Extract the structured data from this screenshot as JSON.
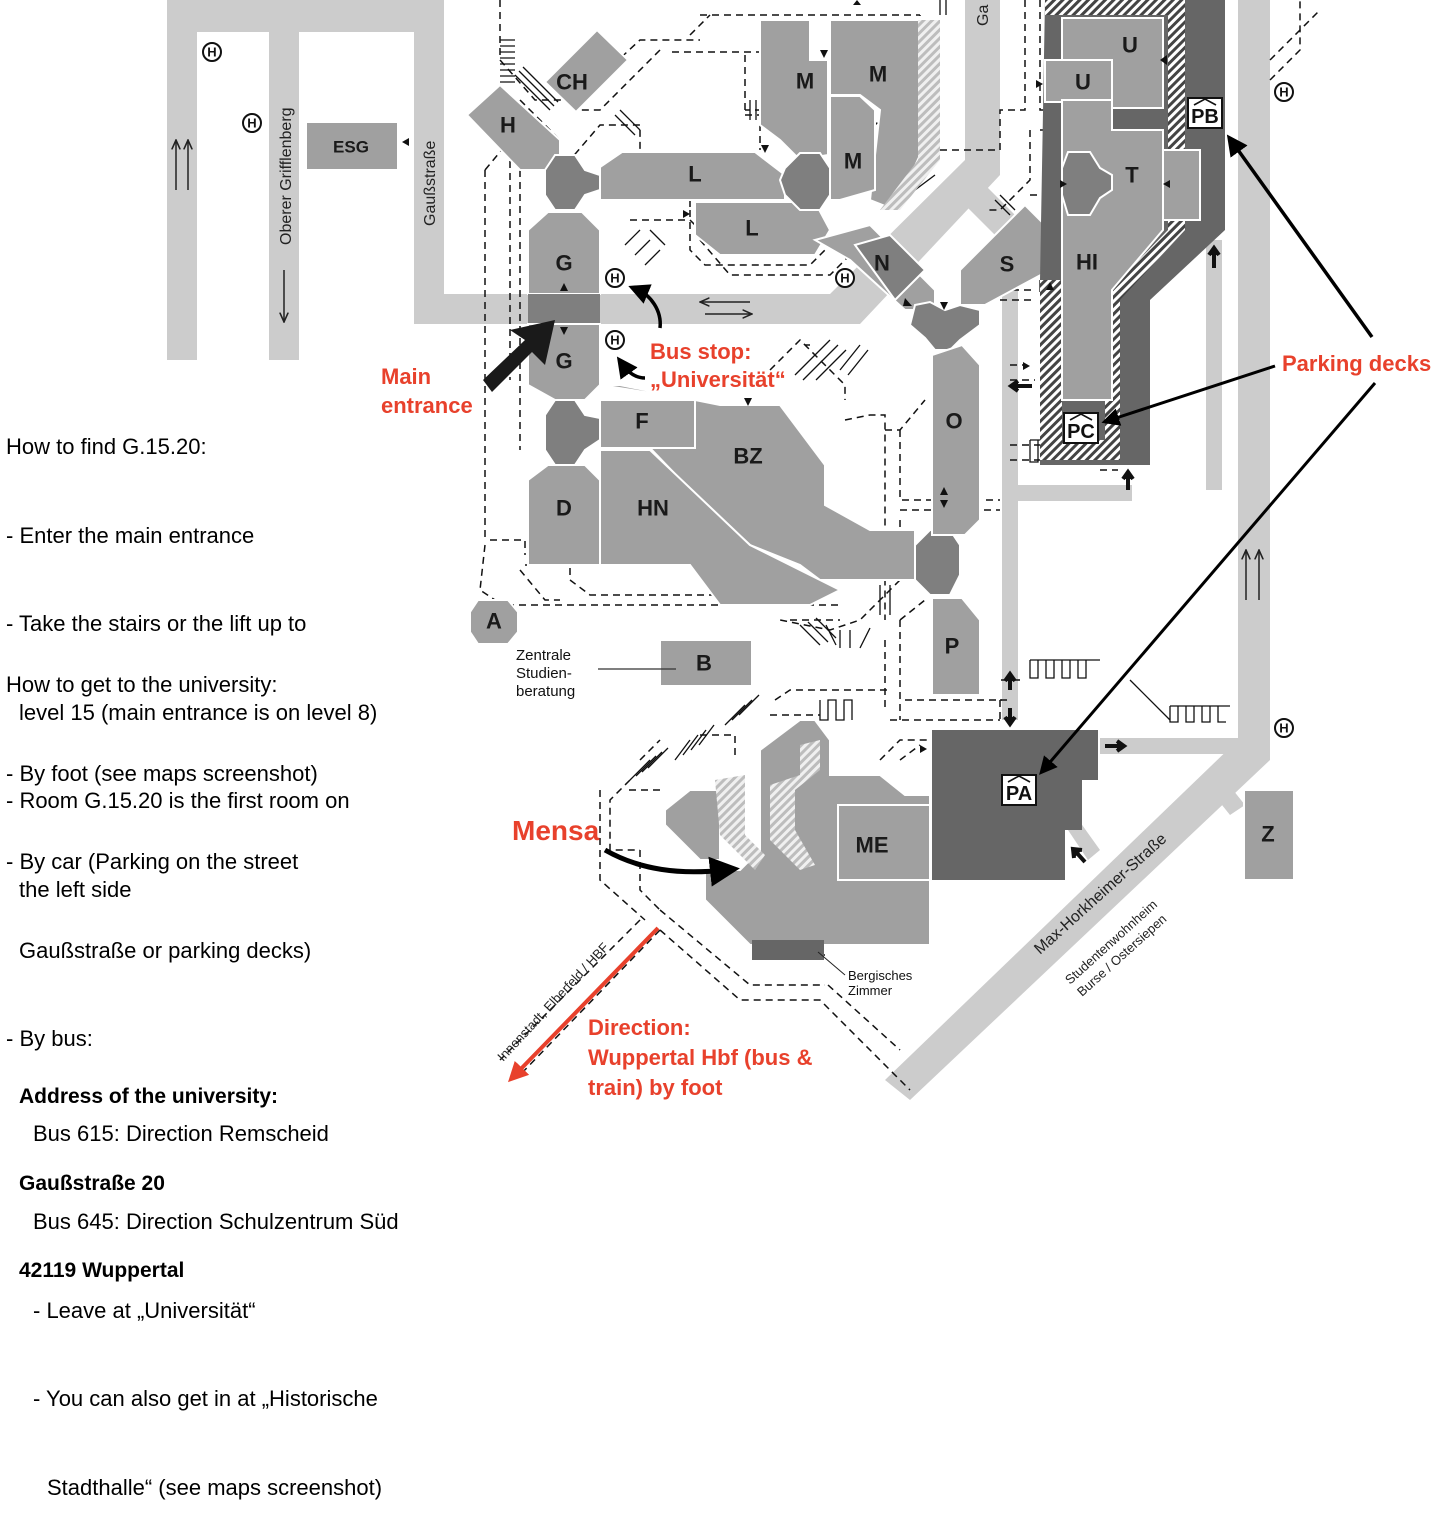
{
  "instructions_find_room": {
    "title": "How to find G.15.20:",
    "lines": [
      "- Enter the main entrance",
      "- Take the stairs or the lift up to",
      "level 15 (main entrance is on level 8)",
      "- Room G.15.20 is the first room on",
      "the left side"
    ]
  },
  "instructions_travel": {
    "title": "How to get to the university:",
    "lines": [
      "- By foot (see maps screenshot)",
      "- By car (Parking on the street",
      "Gaußstraße or parking decks)",
      "- By bus:"
    ],
    "bus_lines": [
      "Bus 615: Direction Remscheid",
      "Bus 645: Direction Schulzentrum Süd",
      "- Leave at „Universität“",
      "- You can also get in at „Historische",
      "Stadthalle“ (see maps screenshot)"
    ]
  },
  "address": {
    "title": "Address of the university:",
    "street": "Gaußstraße 20",
    "city": "42119 Wuppertal"
  },
  "annotations": {
    "main_entrance": [
      "Main",
      "entrance"
    ],
    "bus_stop": [
      "Bus stop:",
      "„Universität“"
    ],
    "parking_decks": "Parking decks",
    "mensa": "Mensa",
    "direction": [
      "Direction:",
      "Wuppertal Hbf (bus &",
      "train) by foot"
    ],
    "accent_color": "#e8412c"
  },
  "streets": {
    "oberer_grifflenberg": "Oberer Grifflenberg",
    "gaussstrasse_left": "Gaußstraße",
    "gaussstrasse_top": "Ga",
    "max_horkheimer": "Max-Horkheimer-Straße",
    "innenstadt": "Innenstadt, Elberfeld / HBF",
    "studentenwohnheim_1": "Studentenwohnheim",
    "studentenwohnheim_2": "Burse / Ostersiepen"
  },
  "labels": {
    "zentrale": [
      "Zentrale",
      "Studien-",
      "beratung"
    ],
    "bergisches": [
      "Bergisches",
      "Zimmer"
    ]
  },
  "buildings": {
    "CH": "CH",
    "H": "H",
    "ESG": "ESG",
    "L1": "L",
    "L2": "L",
    "M1": "M",
    "M2": "M",
    "M3": "M",
    "U1": "U",
    "U2": "U",
    "T": "T",
    "HI": "HI",
    "S": "S",
    "N": "N",
    "G1": "G",
    "G2": "G",
    "F": "F",
    "BZ": "BZ",
    "D": "D",
    "HN": "HN",
    "O": "O",
    "P": "P",
    "A": "A",
    "B": "B",
    "ME": "ME",
    "Z": "Z"
  },
  "parking": {
    "PA": "PA",
    "PB": "PB",
    "PC": "PC"
  },
  "bus_stop_symbol": "H"
}
